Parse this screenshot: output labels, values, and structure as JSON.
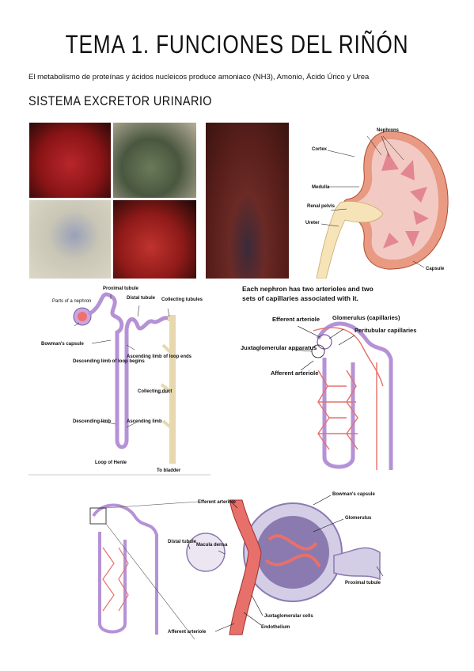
{
  "title": "TEMA 1. FUNCIONES DEL RIÑÓN",
  "intro": "El metabolismo de proteínas y ácidos nucleicos produce amoniaco (NH3), Amonio, Ácido Úrico y Urea",
  "section": "SISTEMA EXCRETOR URINARIO",
  "kidney_diagram": {
    "nephrons": "Nephrons",
    "cortex": "Cortex",
    "medulla": "Medulla",
    "renal_pelvis": "Renal pelvis",
    "ureter": "Ureter",
    "capsule": "Capsule"
  },
  "nephron_parts": {
    "parts": "Parts of a nephron",
    "proximal": "Proximal tubule",
    "distal": "Distal tubule",
    "collecting_tubules": "Collecting tubules",
    "bowmans": "Bowman's capsule",
    "descending_begins": "Descending limb of loop begins",
    "ascending_ends": "Ascending limb of loop ends",
    "collecting_duct": "Collecting duct",
    "descending_limb": "Descending limb",
    "ascending_limb": "Ascending limb",
    "loop": "Loop of Henle",
    "bladder": "To bladder"
  },
  "arterioles": {
    "heading_line1": "Each nephron has two arterioles and two",
    "heading_line2": "sets of capillaries associated with it.",
    "efferent": "Efferent arteriole",
    "glomerulus": "Glomerulus (capillaries)",
    "peritubular": "Peritubular capillaries",
    "juxta": "Juxtaglomerular apparatus",
    "afferent": "Afferent arteriole"
  },
  "juxta_detail": {
    "efferent": "Efferent arteriole",
    "bowmans": "Bowman's capsule",
    "glomerulus": "Glomerulus",
    "distal": "Distal tubule",
    "macula": "Macula densa",
    "proximal": "Proximal tubule",
    "juxta_cells": "Juxtaglomerular cells",
    "afferent": "Afferent arteriole",
    "endothelium": "Endothelium"
  }
}
